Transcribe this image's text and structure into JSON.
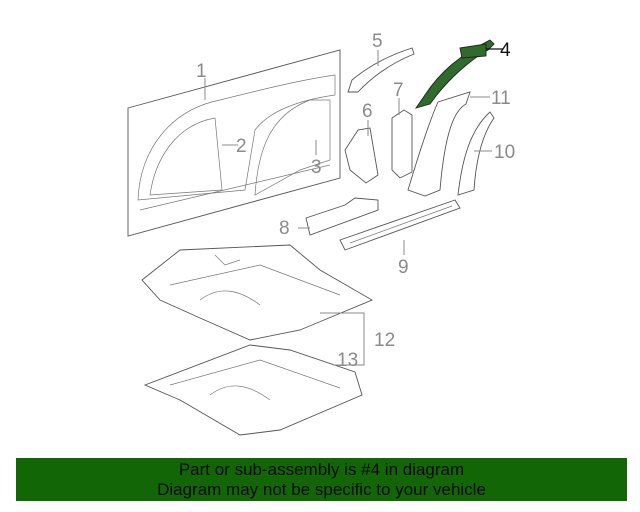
{
  "diagram": {
    "callouts": [
      {
        "id": "1",
        "text": "1"
      },
      {
        "id": "2",
        "text": "2"
      },
      {
        "id": "3",
        "text": "3"
      },
      {
        "id": "4",
        "text": "4",
        "highlighted": true
      },
      {
        "id": "5",
        "text": "5"
      },
      {
        "id": "6",
        "text": "6"
      },
      {
        "id": "7",
        "text": "7"
      },
      {
        "id": "8",
        "text": "8"
      },
      {
        "id": "9",
        "text": "9"
      },
      {
        "id": "10",
        "text": "10"
      },
      {
        "id": "11",
        "text": "11"
      },
      {
        "id": "12",
        "text": "12"
      },
      {
        "id": "13",
        "text": "13"
      }
    ],
    "highlight_color": "#2f6b2a"
  },
  "banner": {
    "line1": "Part or sub-assembly is #4 in diagram",
    "line2": "Diagram may not be specific to your vehicle",
    "background": "#126606"
  }
}
